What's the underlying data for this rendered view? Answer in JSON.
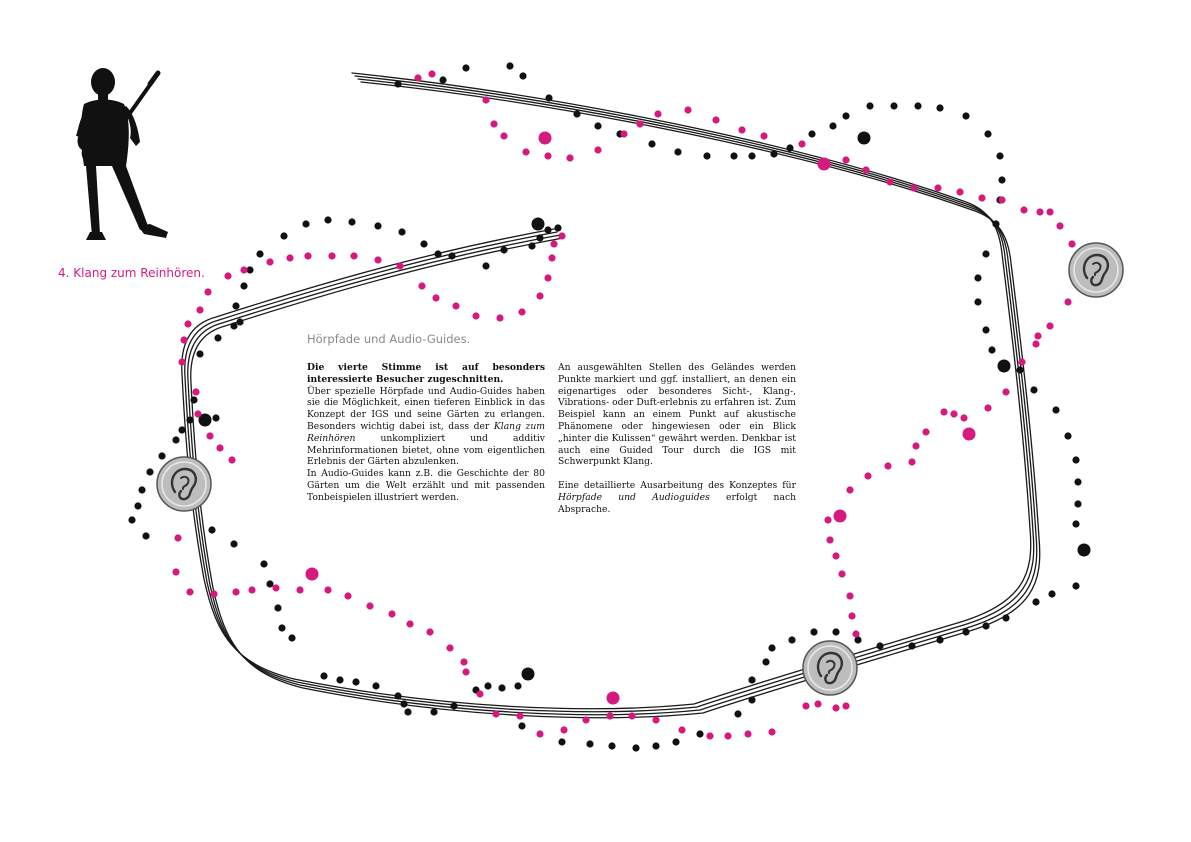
{
  "section": {
    "number": "4.",
    "title": "Klang zum Reinhören."
  },
  "content": {
    "subheading": "Hörpfade und Audio-Guides.",
    "left_column": {
      "lead": "Die vierte Stimme ist auf besonders interessierte Besucher zugeschnitten.",
      "p1_a": "Über spezielle Hörpfade und Audio-Guides haben sie die Möglichkeit, einen tieferen Einblick in das Konzept der IGS und seine Gärten zu erlangen. Besonders wichtig dabei ist, dass der ",
      "p1_em": "Klang zum Reinhören",
      "p1_b": " unkompliziert und additiv Mehrinformationen bietet, ohne vom eigentlichen Erlebnis der Gärten abzulenken.",
      "p2": "In Audio-Guides kann z.B. die Geschichte der 80 Gärten um die Welt erzählt und mit passenden Tonbeispielen illustriert werden."
    },
    "right_column": {
      "p1": "An ausgewählten Stellen des Geländes werden Punkte markiert und ggf. installiert, an denen ein eigenartiges oder besonderes Sicht-, Klang-, Vibrations- oder Duft-erlebnis zu erfahren ist. Zum Beispiel kann an einem Punkt auf akustische Phänomene oder hingewiesen oder ein Blick „hinter die Kulissen“ gewährt werden. Denkbar ist auch eine Guided Tour durch die IGS mit Schwerpunkt Klang.",
      "p2_a": "Eine detaillierte Ausarbeitung des Konzeptes für ",
      "p2_em": "Hörpfade und Audioguides",
      "p2_b": " erfolgt nach Absprache."
    }
  },
  "illustration": {
    "icons": [
      "guitarist-silhouette-icon",
      "ear-medallion-icon"
    ],
    "colors": {
      "accent": "#d6197f",
      "ink": "#111111",
      "track": "#1a1a1a",
      "medallion": "#bdbdbd"
    }
  }
}
